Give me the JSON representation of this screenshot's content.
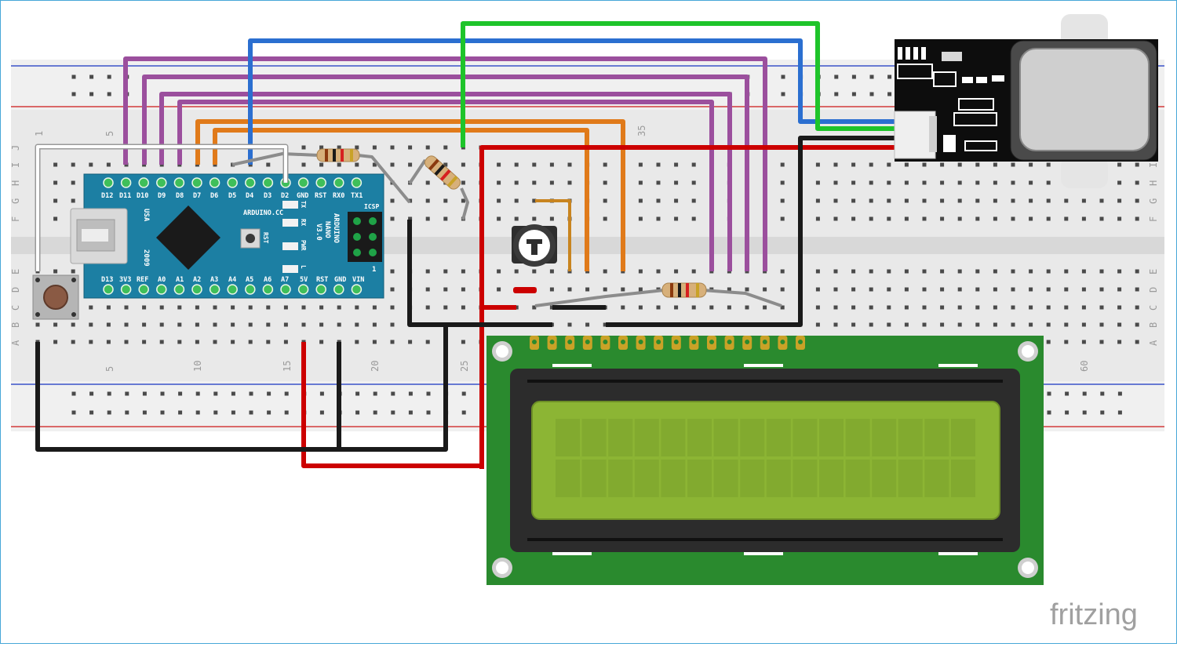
{
  "breadboard": {
    "row_letters_top": [
      "J",
      "I",
      "H",
      "G",
      "F"
    ],
    "row_letters_bottom": [
      "E",
      "D",
      "C",
      "B",
      "A"
    ],
    "column_numbers_top": [
      "1",
      "5",
      "35"
    ],
    "column_numbers_bottom": [
      "5",
      "10",
      "15",
      "20",
      "25",
      "60"
    ]
  },
  "arduino": {
    "top_pins": [
      "D12",
      "D11",
      "D10",
      "D9",
      "D8",
      "D7",
      "D6",
      "D5",
      "D4",
      "D3",
      "D2",
      "GND",
      "RST",
      "RX0",
      "TX1"
    ],
    "bottom_pins": [
      "D13",
      "3V3",
      "REF",
      "A0",
      "A1",
      "A2",
      "A3",
      "A4",
      "A5",
      "A6",
      "A7",
      "5V",
      "RST",
      "GND",
      "VIN"
    ],
    "brand": "ARDUINO.CC",
    "model_lines": [
      "ARDUINO",
      "NANO",
      "V3.0"
    ],
    "usb_label": "USA",
    "year_label": "2009",
    "rst_label": "RST",
    "led_labels": [
      "TX",
      "RX",
      "PWR",
      "L"
    ],
    "icsp_label": "ICSP",
    "icsp_pin_label": "1"
  },
  "branding": {
    "logo": "fritzing"
  },
  "colors": {
    "wire_purple": "#9b4f9d",
    "wire_orange": "#e07a1a",
    "wire_blue": "#2b6fd0",
    "wire_green": "#1ec42a",
    "wire_red": "#cc0000",
    "wire_black": "#1a1a1a",
    "wire_gray": "#8c8c8c",
    "board_teal": "#1c7fa3",
    "lcd_pcb": "#2a8a2e",
    "lcd_screen": "#8cb534",
    "breadboard": "#ececec"
  }
}
